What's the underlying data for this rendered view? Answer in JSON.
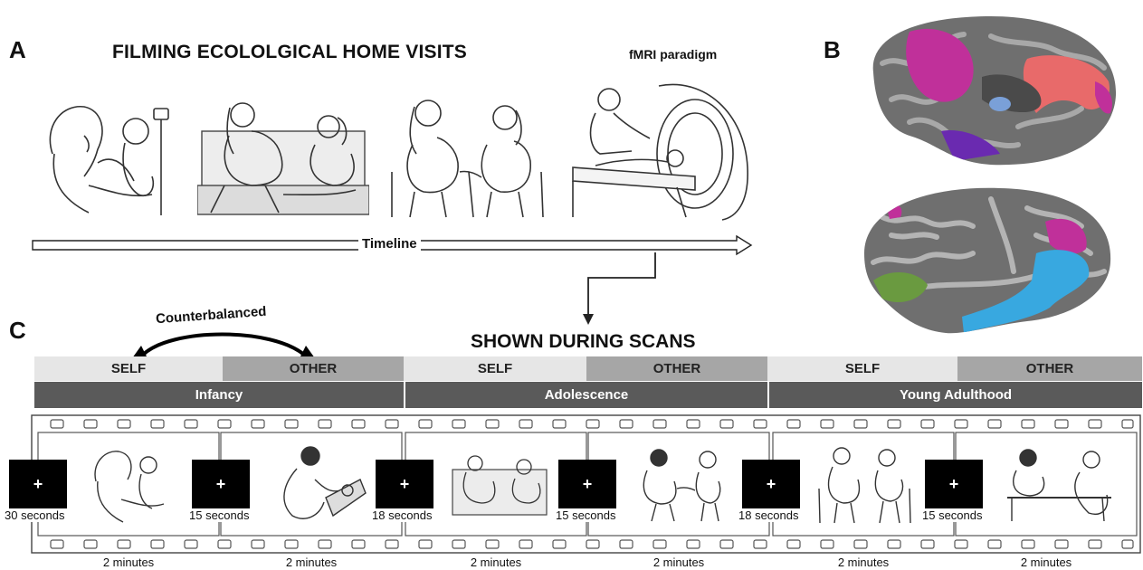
{
  "panels": {
    "a": "A",
    "b": "B",
    "c": "C"
  },
  "panel_a": {
    "title": "FILMING ECOLOLGICAL HOME VISITS",
    "fmri_label": "fMRI paradigm",
    "timeline_label": "Timeline"
  },
  "panel_c": {
    "title": "SHOWN DURING SCANS",
    "counterbalanced": "Counterbalanced",
    "conditions": [
      "SELF",
      "OTHER",
      "SELF",
      "OTHER",
      "SELF",
      "OTHER"
    ],
    "stages": [
      "Infancy",
      "Adolescence",
      "Young Adulthood"
    ],
    "fixation_symbol": "+",
    "fixation_durations": [
      "30 seconds",
      "15 seconds",
      "18 seconds",
      "15 seconds",
      "18 seconds",
      "15 seconds"
    ],
    "clip_durations": [
      "2 minutes",
      "2 minutes",
      "2 minutes",
      "2 minutes",
      "2 minutes",
      "2 minutes"
    ]
  },
  "colors": {
    "condition_self": "#e6e6e6",
    "condition_other": "#a6a6a6",
    "stage_bar": "#5a5a5a",
    "brain_base": "#6f6f6f",
    "roi_magenta": "#c0309a",
    "roi_salmon": "#e86a6a",
    "roi_blue": "#38a8e0",
    "roi_green": "#6a9a40",
    "roi_purple": "#6a2ab0"
  }
}
